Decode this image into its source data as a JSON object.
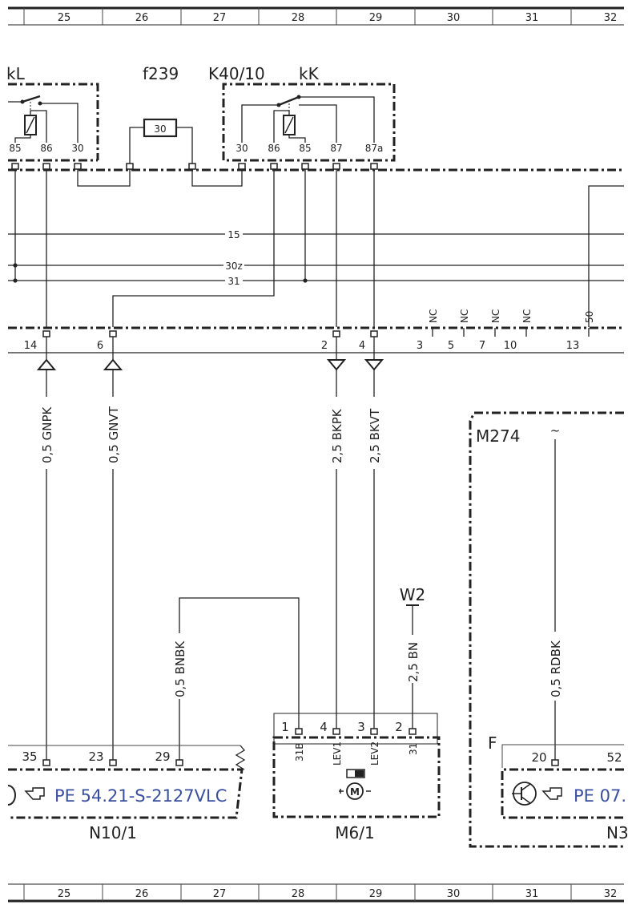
{
  "grid": {
    "columns": [
      "25",
      "26",
      "27",
      "28",
      "29",
      "30",
      "31",
      "32"
    ]
  },
  "top": {
    "relay_left": {
      "label": "kL",
      "pins": [
        "85",
        "86",
        "30"
      ]
    },
    "fuse": {
      "name": "f239",
      "value": "30"
    },
    "relay_right": {
      "name": "K40/10",
      "label": "kK",
      "pins": [
        "30",
        "86",
        "85",
        "87",
        "87a"
      ]
    },
    "bus": {
      "line15": "15",
      "line30z": "30z",
      "line31": "31"
    }
  },
  "connector": {
    "pins": [
      "14",
      "6",
      "2",
      "4",
      "3",
      "5",
      "7",
      "10",
      "13"
    ],
    "nc_labels": [
      "NC",
      "NC",
      "NC",
      "NC"
    ],
    "pin50": "50"
  },
  "wires": {
    "w1": "0,5 GNPK",
    "w2": "0,5 GNVT",
    "w3": "2,5 BKPK",
    "w4": "2,5 BKVT",
    "w5": "0,5 BNBK",
    "w6": "2,5 BN",
    "w7": "0,5 RDBK"
  },
  "ground": "W2",
  "components": {
    "n10": {
      "name": "N10/1",
      "pins": [
        "35",
        "23",
        "29"
      ],
      "ref": "PE 54.21-S-2127VLC"
    },
    "m6": {
      "name": "M6/1",
      "outer_pins": [
        "1",
        "4",
        "3",
        "2"
      ],
      "inner_pins": [
        "31B",
        "LEV1",
        "LEV2",
        "31"
      ]
    },
    "m274": {
      "name": "M274",
      "sub": "~"
    },
    "n3": {
      "name": "N3",
      "f_label": "F",
      "pins": [
        "20",
        "52"
      ],
      "ref": "PE 07."
    }
  },
  "icons": [
    "relay-icon",
    "fuse-icon",
    "motor-icon",
    "transistor-icon",
    "hand-pointer-icon"
  ]
}
